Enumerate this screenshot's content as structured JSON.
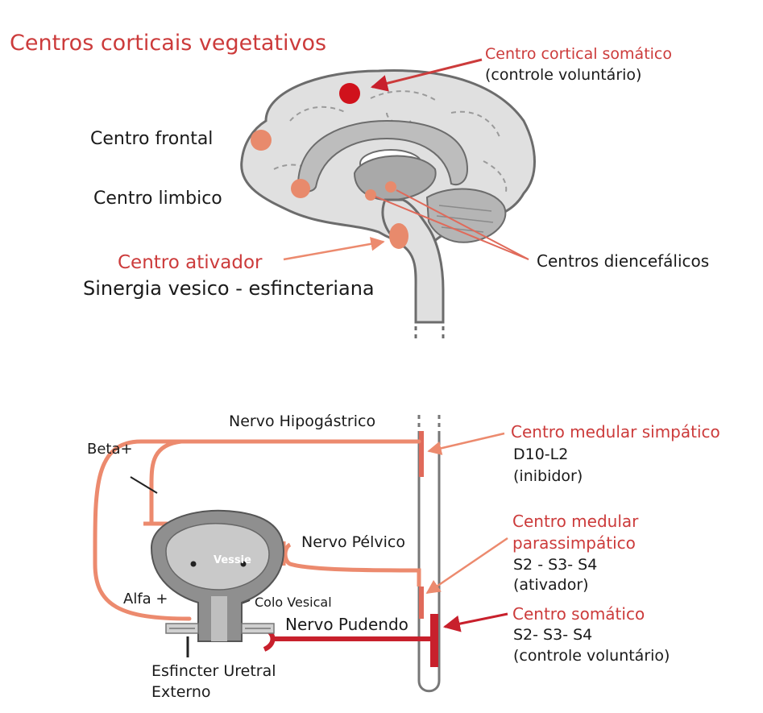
{
  "title": "Centros corticais vegetativos",
  "brain": {
    "cortical_somatic": {
      "name": "Centro cortical somático",
      "note": "(controle voluntário)"
    },
    "frontal": "Centro frontal",
    "limbic": "Centro limbico",
    "activator": "Centro ativador",
    "synergy": "Sinergia vesico - esfincteriana",
    "diencephalic": "Centros diencefálicos"
  },
  "nerves": {
    "hypogastric": "Nervo Hipogástrico",
    "pelvic": "Nervo Pélvico",
    "pudendal": "Nervo Pudendo"
  },
  "receptors": {
    "beta": "Beta+",
    "alpha": "Alfa +"
  },
  "bladder": {
    "label": "Vessie",
    "neck": "Colo Vesical",
    "sphincter_line1": "Esfincter Uretral",
    "sphincter_line2": "Externo"
  },
  "spinal_centers": {
    "sympathetic": {
      "name": "Centro medular simpático",
      "level": "D10-L2",
      "role": "(inibidor)"
    },
    "parasympathetic": {
      "name_line1": "Centro medular",
      "name_line2": "parassimpático",
      "level": "S2 - S3- S4",
      "role": "(ativador)"
    },
    "somatic": {
      "name": "Centro somático",
      "level": "S2- S3- S4",
      "role": "(controle voluntário)"
    }
  },
  "colors": {
    "accent_red": "#cc3b3b",
    "nerve_salmon": "#ec8a6e",
    "nerve_dark_red": "#c8202c",
    "brain_fill": "#e0e0e0",
    "brain_outline": "#6c6c6c"
  }
}
